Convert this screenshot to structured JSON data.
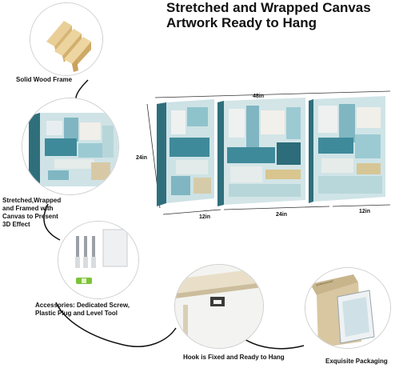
{
  "title": {
    "line1": "Stretched and Wrapped Canvas",
    "line2": "Artwork Ready to Hang"
  },
  "features": {
    "frame": "Solid Wood Frame",
    "stretched": [
      "Stretched,Wrapped",
      "and Framed with",
      "Canvas to Present",
      "3D Effect"
    ],
    "accessories": [
      "Accessories:  Dedicated Screw,",
      "Plastic Plug and Level Tool"
    ],
    "hook": "Hook is Fixed and Ready to Hang",
    "packaging": "Exquisite Packaging"
  },
  "dimensions": {
    "width_total": "48in",
    "height": "24in",
    "left": "12in",
    "center": "24in",
    "right": "12in"
  },
  "package_box_text": "SHANGHAI ART",
  "colors": {
    "teal": "#3f8a9a",
    "light_teal": "#8fc3cc",
    "wood": "#e4c68c",
    "cream": "#ece6d6"
  }
}
